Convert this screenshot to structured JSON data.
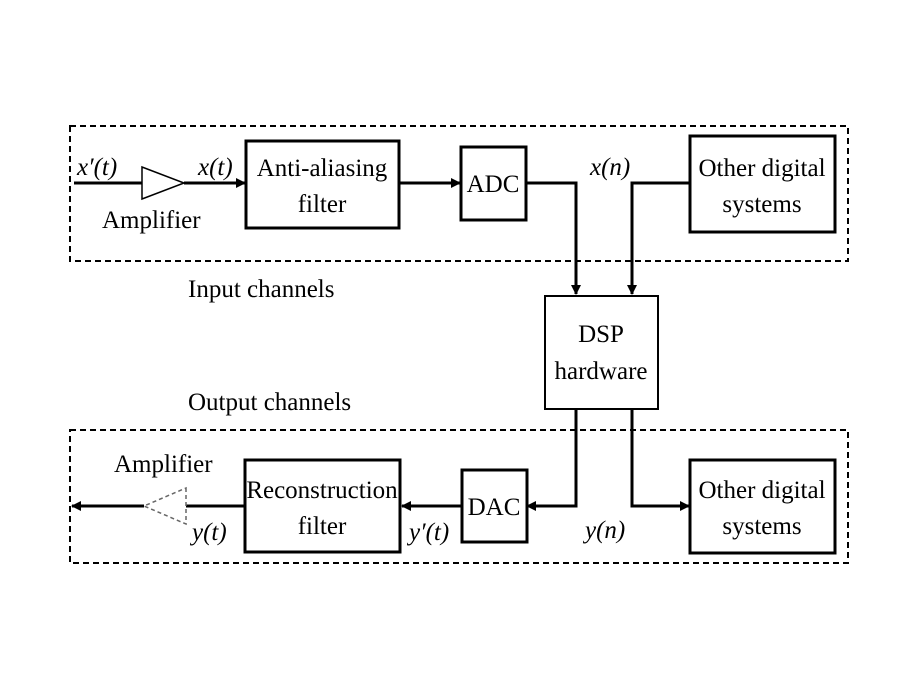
{
  "input_group": {
    "label": "Input channels"
  },
  "output_group": {
    "label": "Output channels"
  },
  "blocks": {
    "amplifier_in": "Amplifier",
    "anti_aliasing": [
      "Anti-aliasing",
      "filter"
    ],
    "adc": "ADC",
    "other_digital_top": [
      "Other digital",
      "systems"
    ],
    "dsp": [
      "DSP",
      "hardware"
    ],
    "amplifier_out": "Amplifier",
    "reconstruction": [
      "Reconstruction",
      "filter"
    ],
    "dac": "DAC",
    "other_digital_bottom": [
      "Other digital",
      "systems"
    ]
  },
  "signals": {
    "x_prime_t": "x′(t)",
    "x_t": "x(t)",
    "x_n": "x(n)",
    "y_n": "y(n)",
    "y_prime_t": "y′(t)",
    "y_t": "y(t)"
  }
}
